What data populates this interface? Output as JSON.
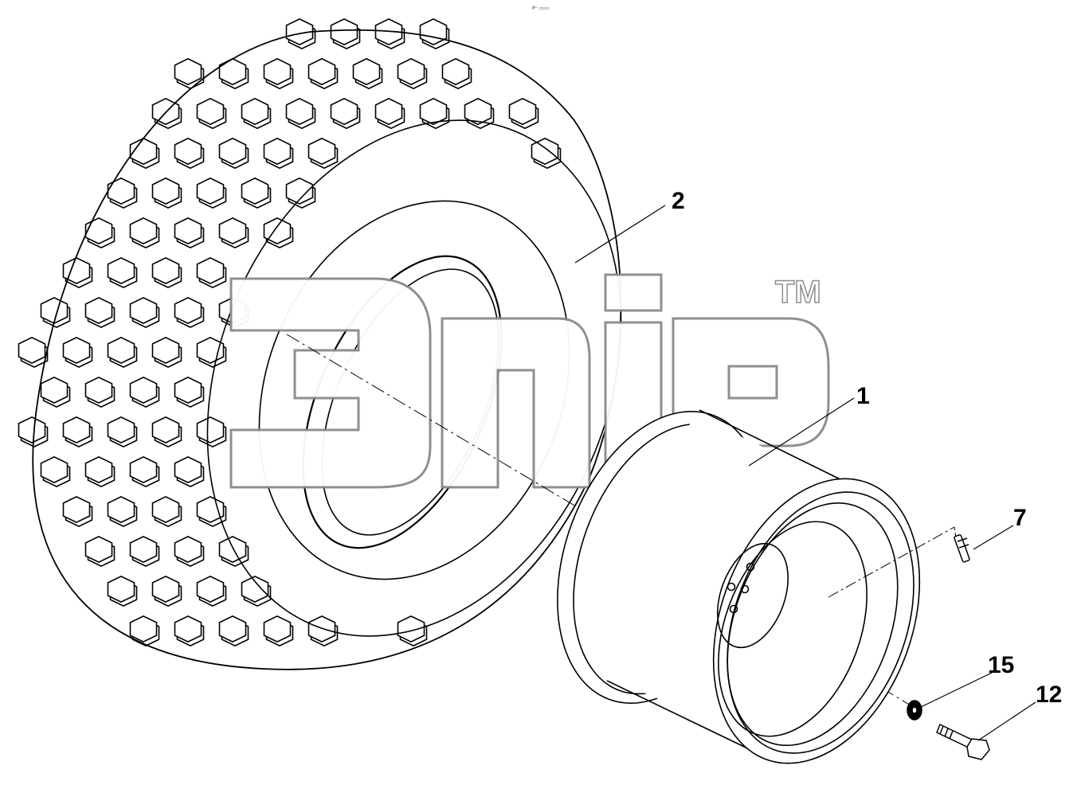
{
  "header": {
    "note": "₽⁼ ▫▫▫"
  },
  "watermark": {
    "trademark": "TM"
  },
  "parts": [
    {
      "id": "rim",
      "label": "1"
    },
    {
      "id": "tire",
      "label": "2"
    },
    {
      "id": "valve",
      "label": "7"
    },
    {
      "id": "bolt",
      "label": "12"
    },
    {
      "id": "washer",
      "label": "15"
    }
  ],
  "colors": {
    "line": "#000000",
    "background": "#ffffff",
    "watermark_outline": "#888888"
  }
}
